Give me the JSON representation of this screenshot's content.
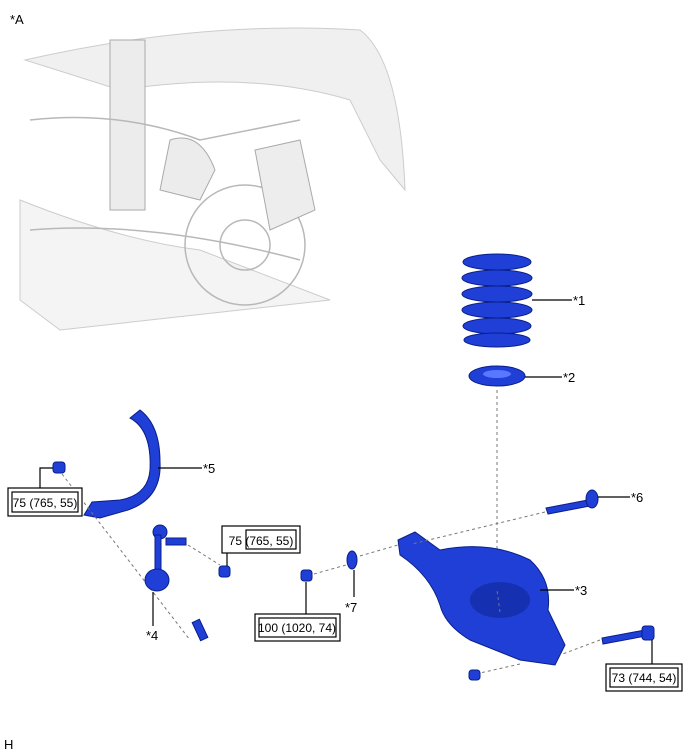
{
  "view_label": "*A",
  "corner_code": "H",
  "parts": {
    "p1": "*1",
    "p2": "*2",
    "p3": "*3",
    "p4": "*4",
    "p5": "*5",
    "p6": "*6",
    "p7": "*7"
  },
  "torques": {
    "stabilizer_bar_nut": "75 (765, 55)",
    "link_nut": "75 (765, 55)",
    "arm_front_nut": "100 (1020, 74)",
    "arm_rear_bolt": "73 (744, 54)"
  },
  "colors": {
    "part_blue": "#1f3fd6",
    "context_gray": "#b8b8b8"
  }
}
